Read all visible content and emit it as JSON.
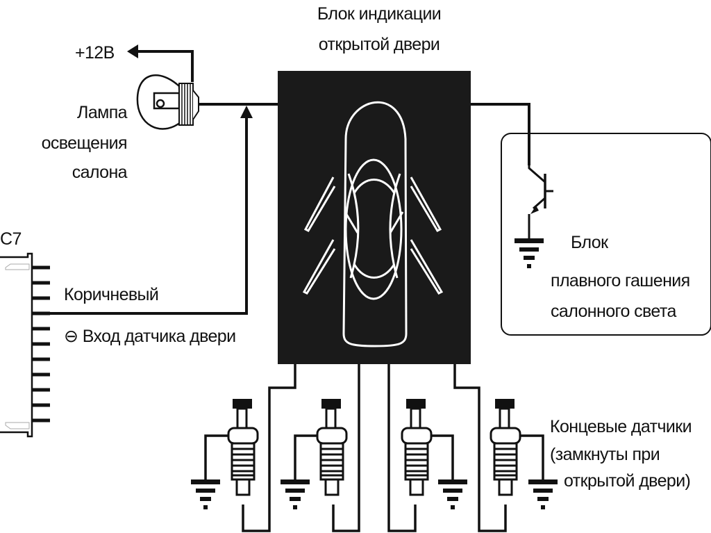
{
  "diagram": {
    "type": "wiring-schematic",
    "colors": {
      "ink": "#111111",
      "block_fill": "#1a1a1a",
      "car_outline": "#ffffff",
      "background": "#ffffff"
    },
    "labels": {
      "supply": "+12B",
      "lamp": [
        "Лампа",
        "освещения",
        "салона"
      ],
      "indicator_block": [
        "Блок индикации",
        "открытой двери"
      ],
      "dimmer_block": [
        "Блок",
        "плавного гашения",
        "салонного света"
      ],
      "connector": "C7",
      "wire_brown": "Коричневый",
      "door_sensor_input": "⊖ Вход датчика двери",
      "sensors": [
        "Концевые датчики",
        "(замкнуты при",
        "открытой двери)"
      ]
    },
    "components": [
      {
        "name": "lamp",
        "icon": "bulb-icon"
      },
      {
        "name": "indicator-block",
        "icon": "car-top-view-open-doors-icon"
      },
      {
        "name": "dimmer-block",
        "icon": "npn-transistor-icon"
      },
      {
        "name": "connector-c7",
        "icon": "connector-icon",
        "pins": 11
      },
      {
        "name": "door-switches",
        "icon": "door-switch-icon",
        "count": 4
      },
      {
        "name": "grounds",
        "icon": "ground-icon",
        "count": 5
      }
    ]
  }
}
